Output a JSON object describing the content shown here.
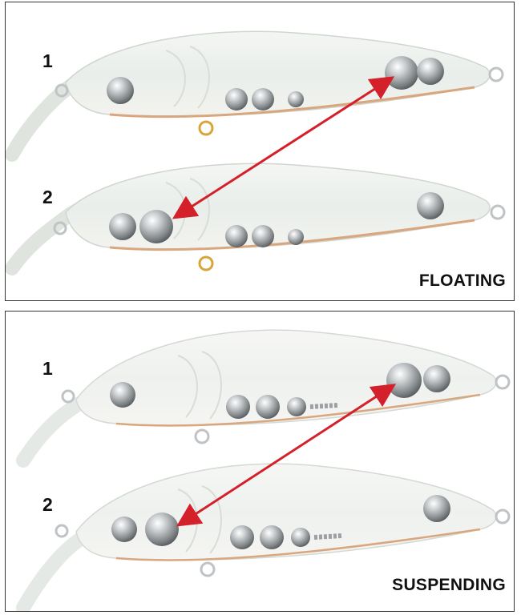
{
  "panels": [
    {
      "id": "floating",
      "label": "FLOATING",
      "lure_top": "1",
      "lure_bottom": "2"
    },
    {
      "id": "suspending",
      "label": "SUSPENDING",
      "lure_top": "1",
      "lure_bottom": "2"
    }
  ],
  "colors": {
    "arrow": "#d4202a",
    "border": "#333333",
    "body": "#eef2ee",
    "belly": "#d9a77f",
    "weight": "#b9bcbe",
    "ring_gold": "#d9a43a",
    "ring_silver": "#bfc3c6"
  }
}
